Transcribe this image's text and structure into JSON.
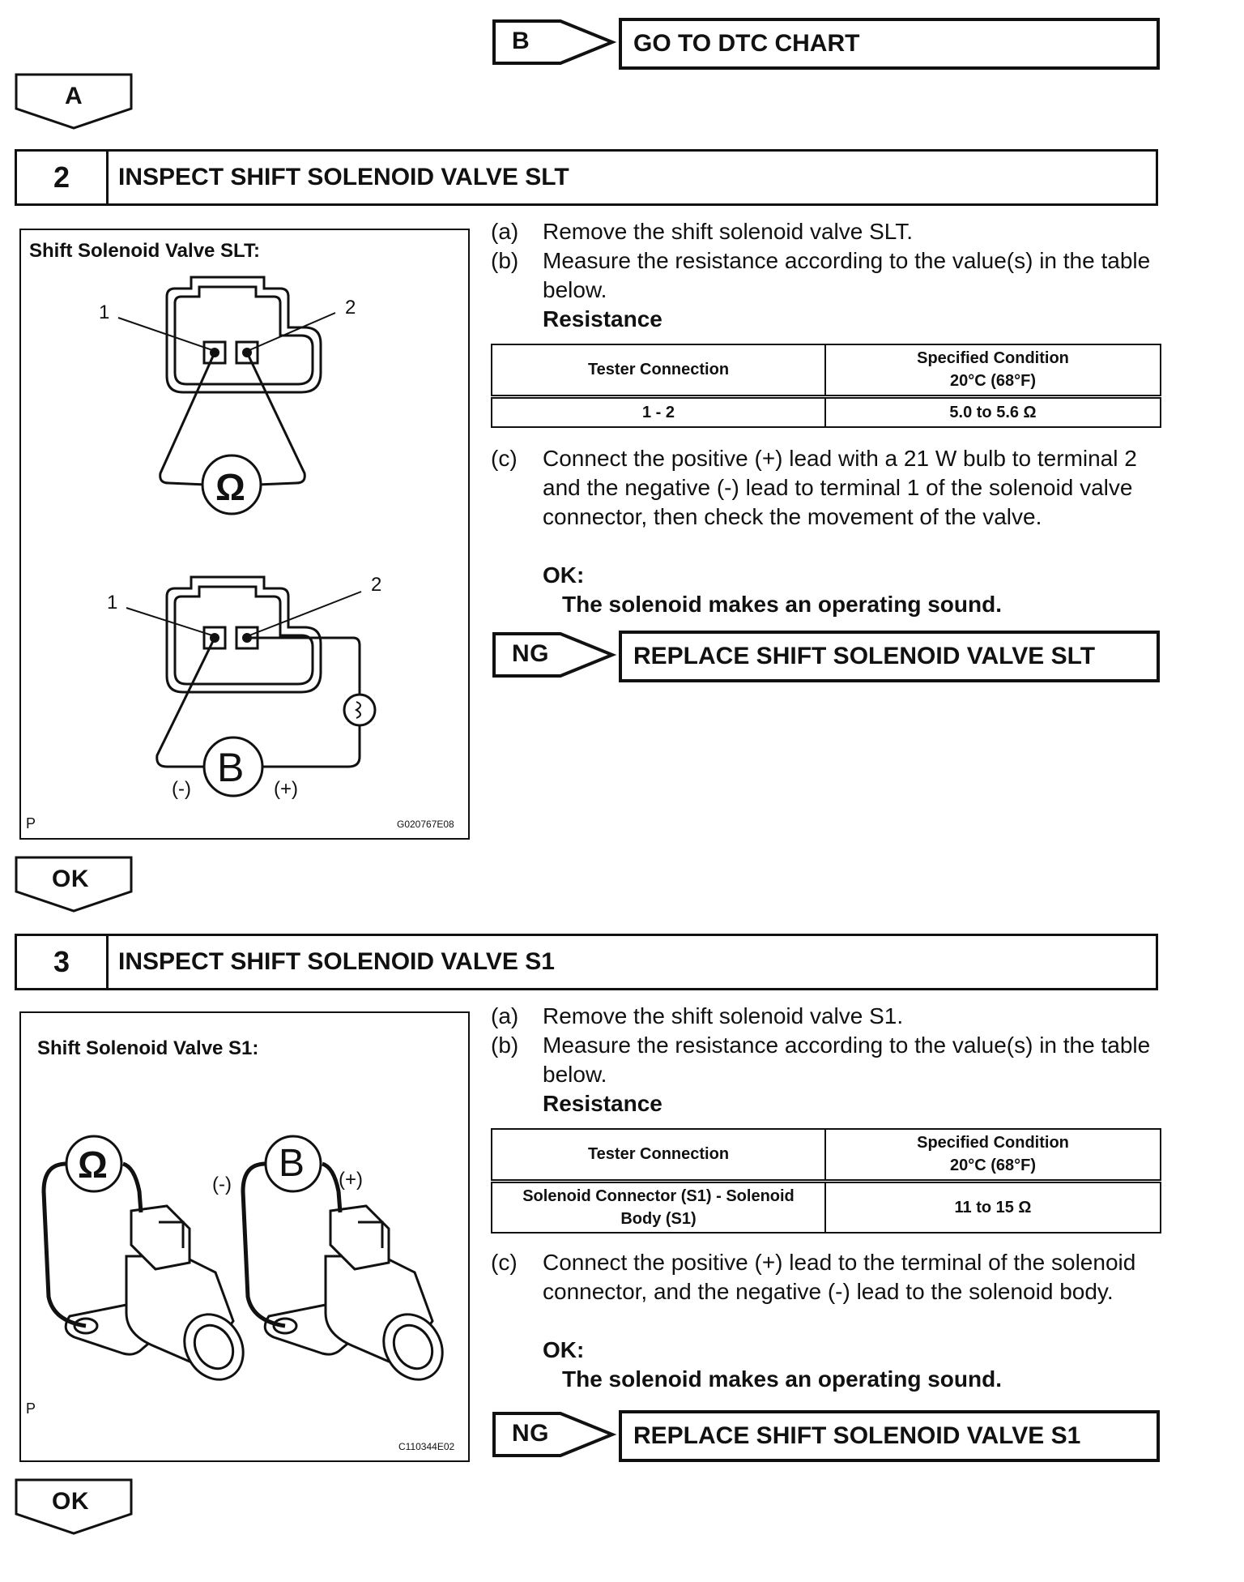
{
  "top": {
    "b_label": "B",
    "b_result": "GO TO DTC CHART",
    "a_label": "A"
  },
  "s2": {
    "number": "2",
    "title": "INSPECT SHIFT SOLENOID VALVE SLT",
    "fig": {
      "title": "Shift Solenoid Valve SLT:",
      "term1": "1",
      "term2": "2",
      "ohm": "Ω",
      "battery": "B",
      "neg": "(-)",
      "pos": "(+)",
      "corner": "P",
      "code": "G020767E08"
    },
    "a_letter": "(a)",
    "a_text": "Remove the shift solenoid valve SLT.",
    "b_letter": "(b)",
    "b_text": "Measure the resistance according to the value(s) in the table below.",
    "resistance": "Resistance",
    "table": {
      "h1": "Tester Connection",
      "h2_line1": "Specified Condition",
      "h2_line2": "20°C (68°F)",
      "r1c1": "1 - 2",
      "r1c2": "5.0 to 5.6 Ω"
    },
    "c_letter": "(c)",
    "c_text": "Connect the positive (+) lead with a 21 W bulb to terminal 2 and the negative (-) lead to terminal 1 of the solenoid valve connector, then check the movement of the valve.",
    "ok_label": "OK:",
    "ok_text": "The solenoid makes an operating sound.",
    "ng_label": "NG",
    "ng_result": "REPLACE SHIFT SOLENOID VALVE SLT",
    "ok_arrow": "OK"
  },
  "s3": {
    "number": "3",
    "title": "INSPECT SHIFT SOLENOID VALVE S1",
    "fig": {
      "title": "Shift Solenoid Valve S1:",
      "ohm": "Ω",
      "battery": "B",
      "neg": "(-)",
      "pos": "(+)",
      "corner": "P",
      "code": "C110344E02"
    },
    "a_letter": "(a)",
    "a_text": "Remove the shift solenoid valve S1.",
    "b_letter": "(b)",
    "b_text": "Measure the resistance according to the value(s) in the table below.",
    "resistance": "Resistance",
    "table": {
      "h1": "Tester Connection",
      "h2_line1": "Specified Condition",
      "h2_line2": "20°C (68°F)",
      "r1c1_line1": "Solenoid Connector (S1) - Solenoid",
      "r1c1_line2": "Body (S1)",
      "r1c2": "11 to 15 Ω"
    },
    "c_letter": "(c)",
    "c_text": "Connect the positive (+) lead to the terminal of the solenoid connector, and the negative (-) lead to the solenoid body.",
    "ok_label": "OK:",
    "ok_text": "The solenoid makes an operating sound.",
    "ng_label": "NG",
    "ng_result": "REPLACE SHIFT SOLENOID VALVE S1",
    "ok_arrow": "OK"
  }
}
